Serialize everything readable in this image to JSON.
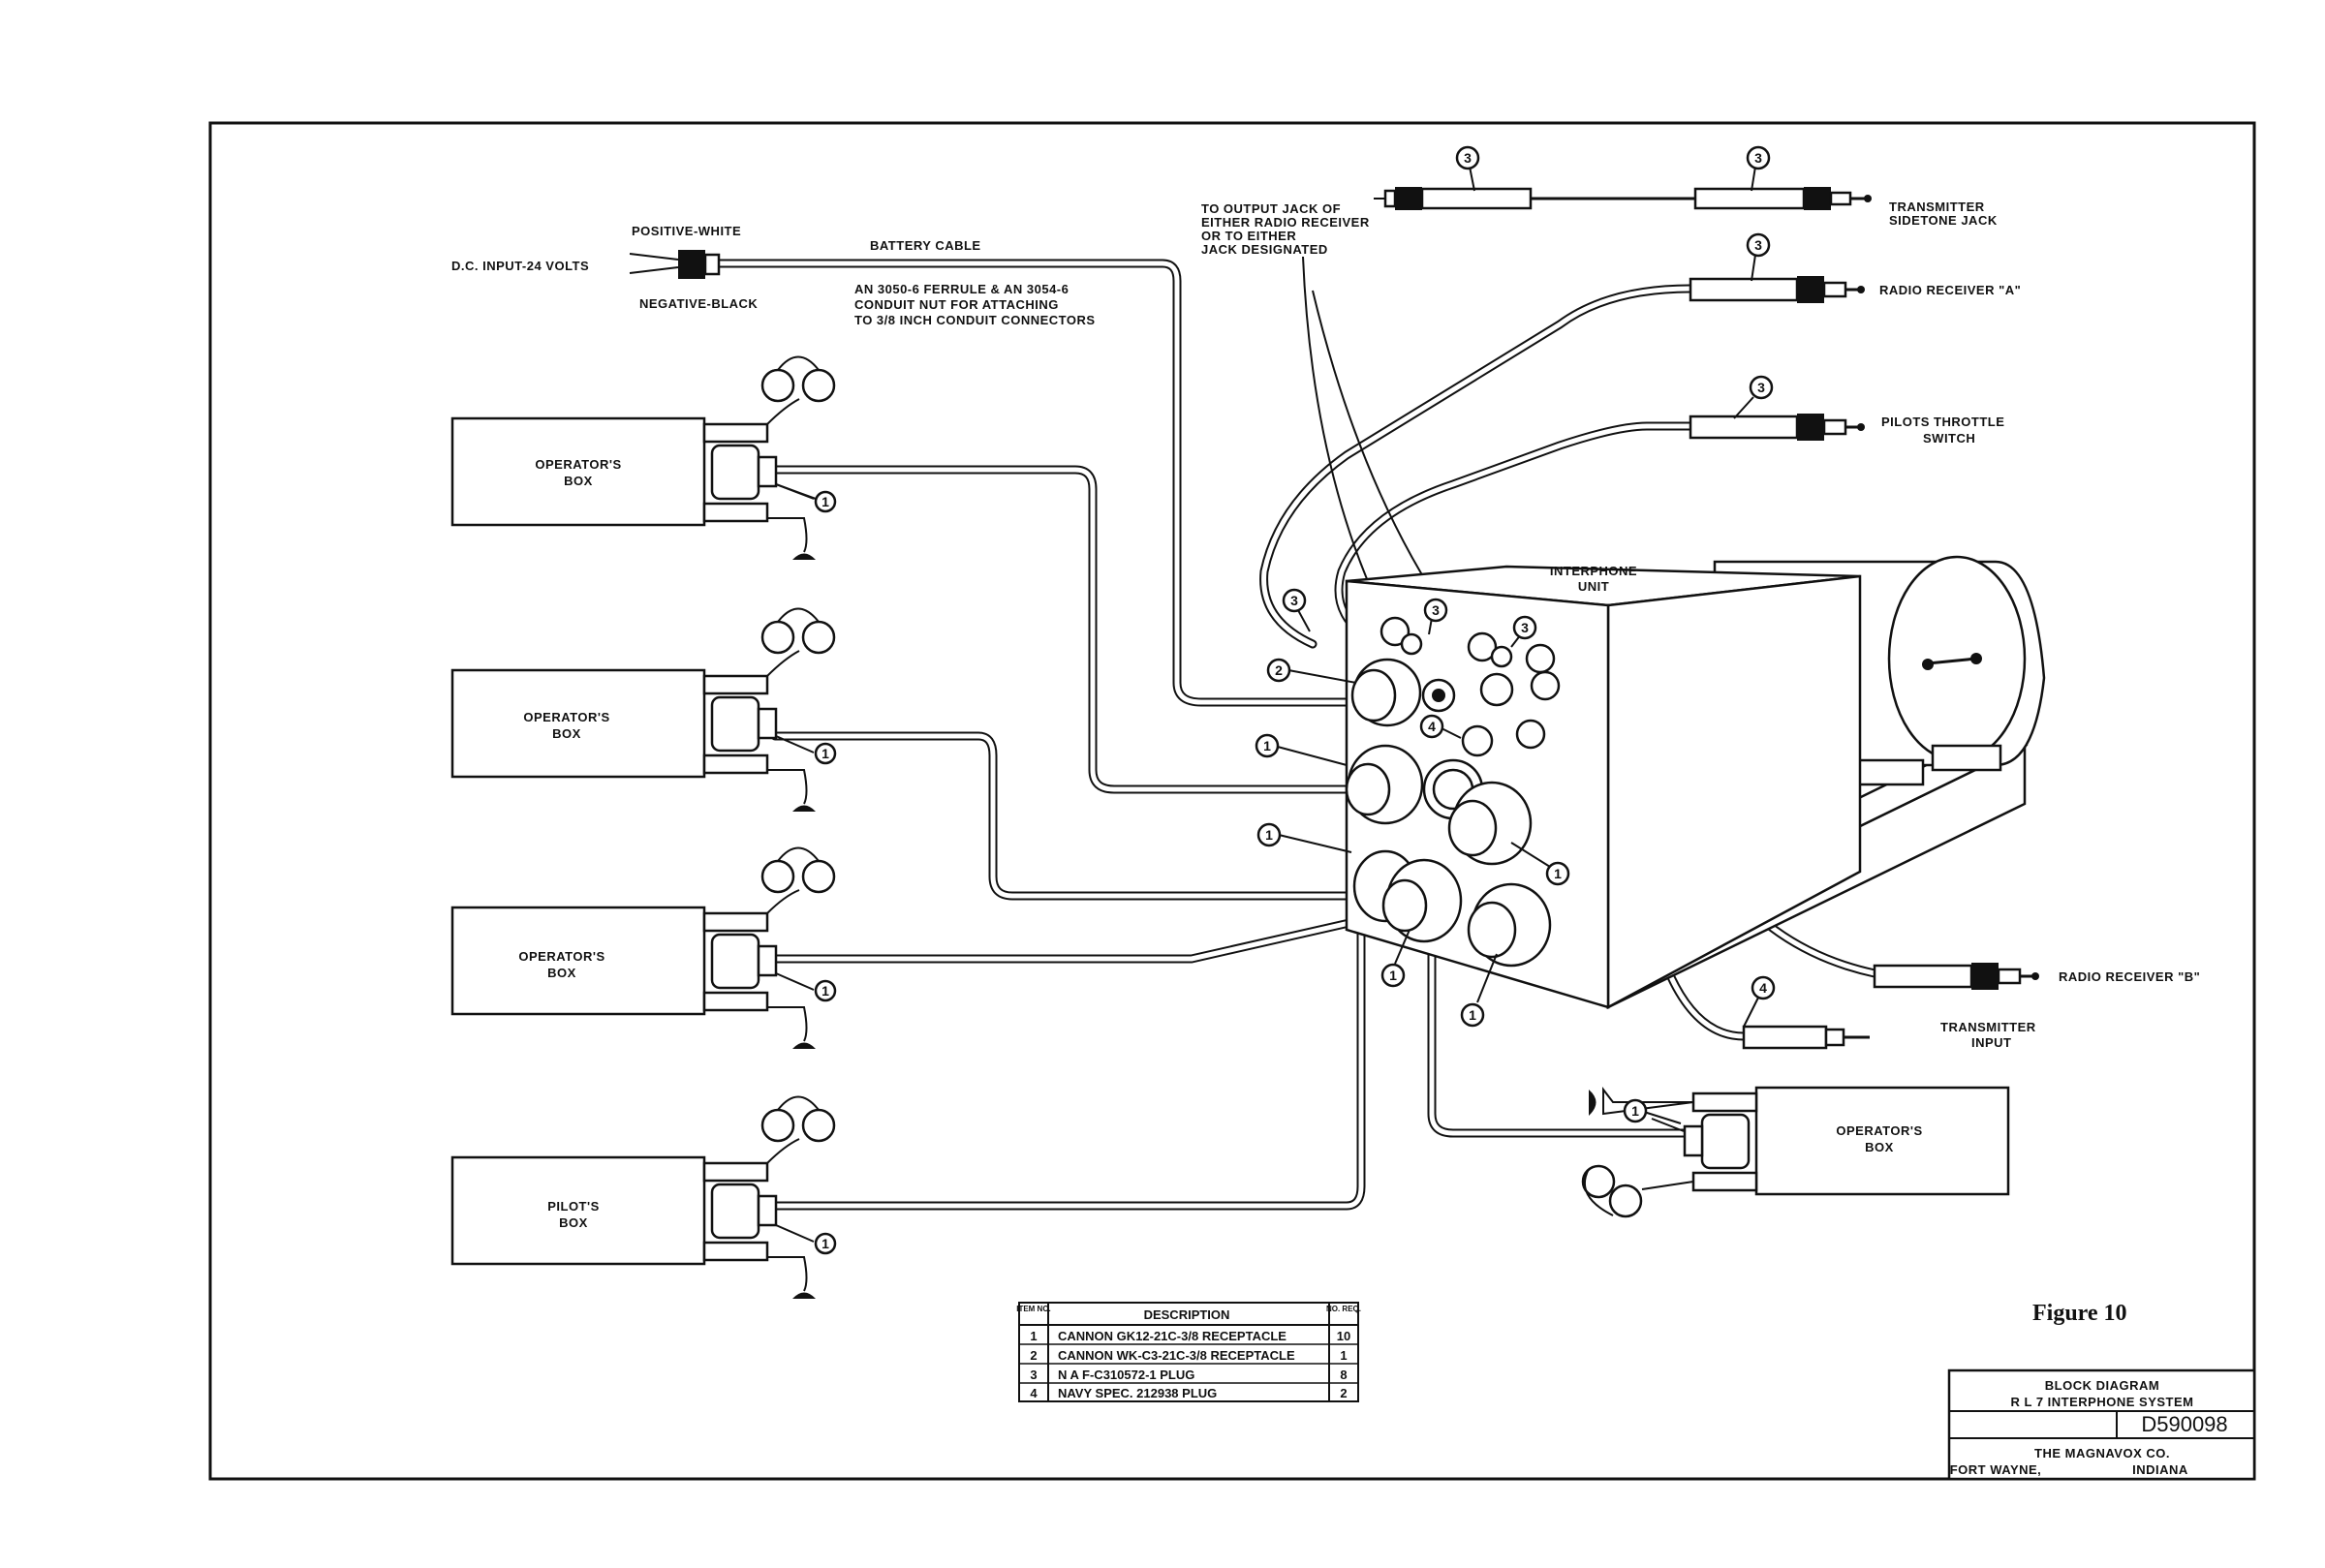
{
  "figure_label": "Figure 10",
  "title_block": {
    "line1": "BLOCK   DIAGRAM",
    "line2": "R L 7   INTERPHONE  SYSTEM",
    "drawing_number": "D590098",
    "company": "THE  MAGNAVOX  CO.",
    "city": "FORT WAYNE,",
    "state": "INDIANA"
  },
  "labels": {
    "dc_input": "D.C. INPUT-24 VOLTS",
    "positive": "POSITIVE-WHITE",
    "negative": "NEGATIVE-BLACK",
    "battery_cable": "BATTERY CABLE",
    "ferrule_note": [
      "AN 3050-6 FERRULE & AN 3054-6",
      "CONDUIT NUT FOR ATTACHING",
      "TO 3/8 INCH CONDUIT CONNECTORS"
    ],
    "output_jack_note": [
      "TO OUTPUT JACK OF",
      "EITHER RADIO RECEIVER",
      "OR TO EITHER",
      "JACK DESIGNATED"
    ],
    "transmitter_sidetone": [
      "TRANSMITTER",
      "SIDETONE JACK"
    ],
    "radio_receiver_a": "RADIO RECEIVER \"A\"",
    "pilots_throttle": [
      "PILOTS THROTTLE",
      "SWITCH"
    ],
    "interphone_unit": [
      "INTERPHONE",
      "UNIT"
    ],
    "radio_receiver_b": "RADIO RECEIVER \"B\"",
    "transmitter_input": [
      "TRANSMITTER",
      "INPUT"
    ]
  },
  "boxes": [
    {
      "line1": "OPERATOR'S",
      "line2": "BOX"
    },
    {
      "line1": "OPERATOR'S",
      "line2": "BOX"
    },
    {
      "line1": "OPERATOR'S",
      "line2": "BOX"
    },
    {
      "line1": "PILOT'S",
      "line2": "BOX"
    },
    {
      "line1": "OPERATOR'S",
      "line2": "BOX"
    }
  ],
  "callouts": [
    "1",
    "1",
    "1",
    "1",
    "1",
    "1",
    "1",
    "1",
    "1",
    "1",
    "2",
    "3",
    "3",
    "3",
    "3",
    "3",
    "3",
    "3",
    "4",
    "4"
  ],
  "parts_table": {
    "headers": [
      "ITEM NO.",
      "DESCRIPTION",
      "NO. REQ."
    ],
    "rows": [
      [
        "1",
        "CANNON  GK12-21C-3/8 RECEPTACLE",
        "10"
      ],
      [
        "2",
        "CANNON  WK-C3-21C-3/8 RECEPTACLE",
        "1"
      ],
      [
        "3",
        "N A F-C310572-1   PLUG",
        "8"
      ],
      [
        "4",
        "NAVY   SPEC. 212938  PLUG",
        "2"
      ]
    ]
  }
}
